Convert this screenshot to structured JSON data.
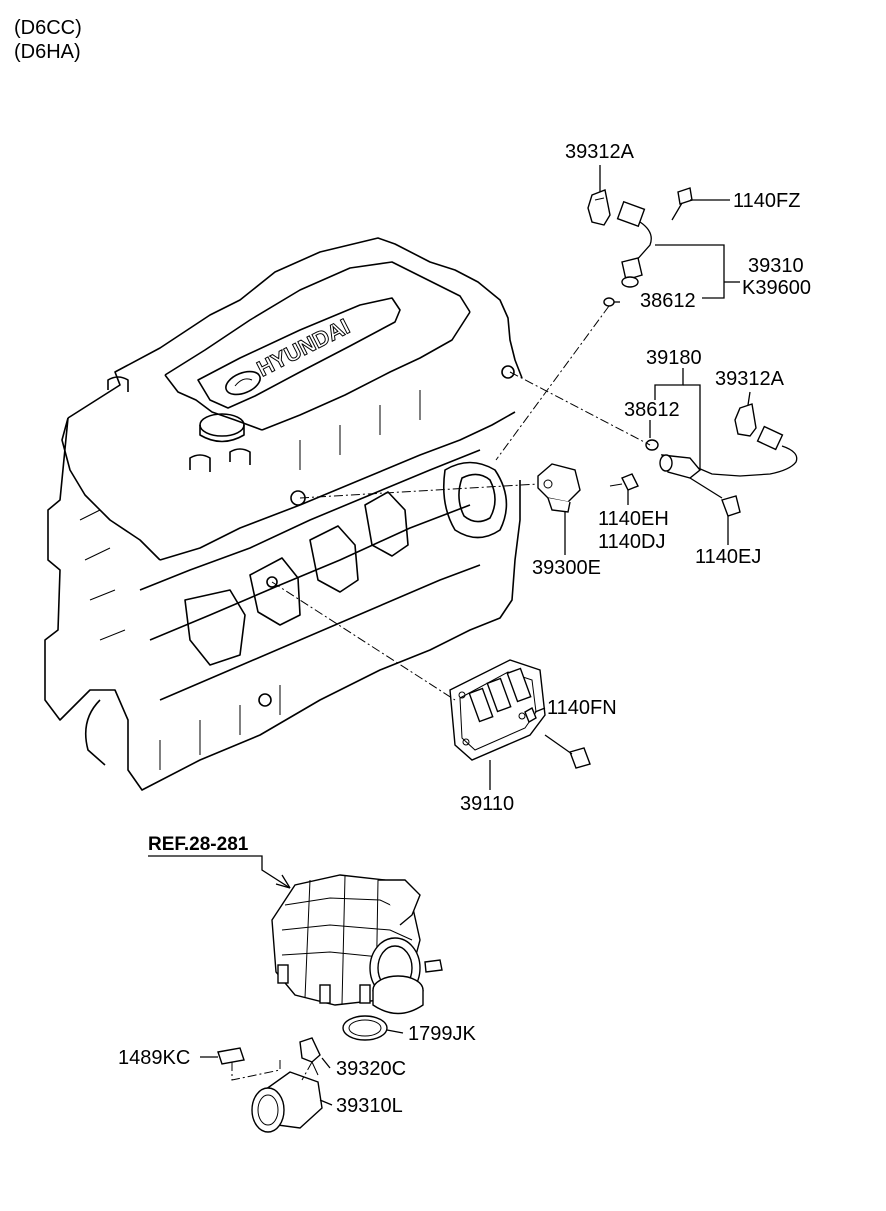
{
  "header": {
    "variant_1": "(D6CC)",
    "variant_2": "(D6HA)"
  },
  "engine_logo": "HYUNDAI",
  "callouts": {
    "p39312A_top": "39312A",
    "p1140FZ": "1140FZ",
    "p39310": "39310",
    "pK39600": "K39600",
    "p38612_top": "38612",
    "p39180": "39180",
    "p39312A_mid": "39312A",
    "p38612_mid": "38612",
    "p1140EH": "1140EH",
    "p1140DJ": "1140DJ",
    "p39300E": "39300E",
    "p1140EJ": "1140EJ",
    "p1140FN": "1140FN",
    "p39110": "39110",
    "ref": "REF.28-281",
    "p1799JK": "1799JK",
    "p1489KC": "1489KC",
    "p39320C": "39320C",
    "p39310L": "39310L"
  }
}
